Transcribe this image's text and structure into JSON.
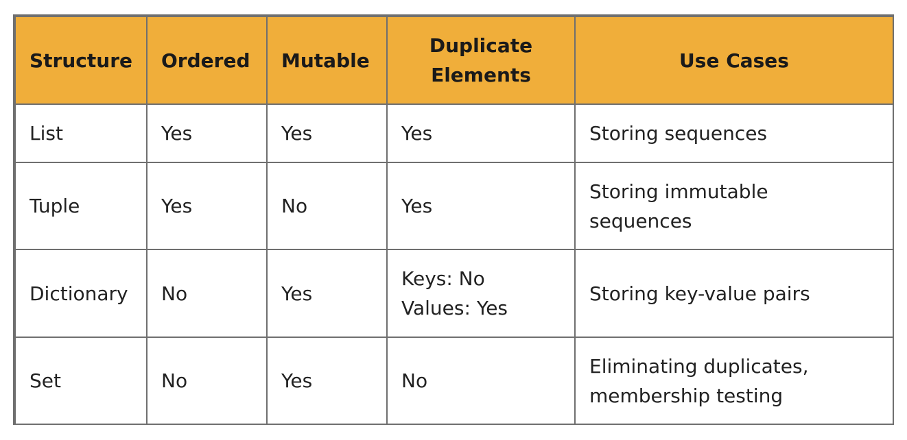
{
  "table": {
    "headers": [
      "Structure",
      "Ordered",
      "Mutable",
      "Duplicate\nElements",
      "Use Cases"
    ],
    "rows": [
      [
        "List",
        "Yes",
        "Yes",
        "Yes",
        "Storing sequences"
      ],
      [
        "Tuple",
        "Yes",
        "No",
        "Yes",
        "Storing immutable\nsequences"
      ],
      [
        "Dictionary",
        "No",
        "Yes",
        "Keys: No\nValues: Yes",
        "Storing key-value pairs"
      ],
      [
        "Set",
        "No",
        "Yes",
        "No",
        "Eliminating duplicates,\nmembership testing"
      ]
    ]
  },
  "colors": {
    "header_bg": "#f0ae3a",
    "border": "#6f6f6f"
  }
}
